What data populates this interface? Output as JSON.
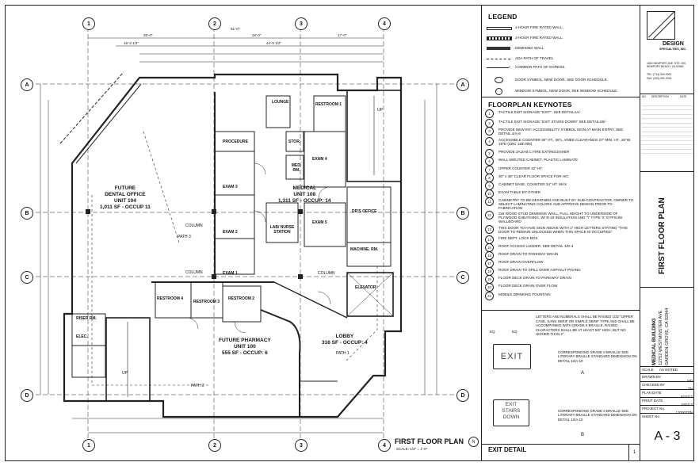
{
  "plan": {
    "title": "FIRST FLOOR PLAN",
    "scale": "SCALE: 1/4\" = 1'-0\"",
    "grid_cols": [
      "1",
      "2",
      "3",
      "4"
    ],
    "grid_rows": [
      "A",
      "B",
      "C",
      "D"
    ],
    "top_dims": [
      "26'-0\"",
      "18'-0\"",
      "17'-0\"",
      "61'-0\"",
      "16'-2 1/2\"",
      "44'-9 1/2\""
    ],
    "rooms": {
      "dental": [
        "FUTURE",
        "DENTAL OFFICE",
        "UNIT 104",
        "1,011 SF - OCCUP 11"
      ],
      "medical": [
        "MEDICAL",
        "UNIT 108",
        "1,311 SF - OCCUP: 14"
      ],
      "pharmacy": [
        "FUTURE PHARMACY",
        "UNIT 100",
        "555 SF - OCCUP: 6"
      ],
      "lobby": [
        "LOBBY",
        "316 SF - OCCUP: 4"
      ],
      "lounge": "LOUNGE",
      "restroom1": "RESTROOM 1",
      "restroom2": "RESTROOM 2",
      "restroom3": "RESTROOM 3",
      "restroom4": "RESTROOM 4",
      "procedure": "PROCEDURE",
      "stor": "STOR.",
      "med_rm": "MED. RM.",
      "exam1": "EXAM 1",
      "exam2": "EXAM 2",
      "exam3": "EXAM 3",
      "exam4": "EXAM 4",
      "exam5": "EXAM 5",
      "lab": "LAB/ NURSE STATION",
      "drs": "DR'S OFFICE",
      "machine": "MACHINE. RM.",
      "elevator": "ELEVATOR",
      "riser": "RISER RM.",
      "elec": "ELEC.",
      "column": "COLUMN",
      "path1": "PATH 1",
      "path2": "PATH 2",
      "path3": "PATH 3",
      "up": "UP"
    }
  },
  "legend": {
    "title": "LEGEND",
    "items": [
      "1-HOUR FIRE RATED WALL.",
      "2-HOUR FIRE RATED WALL.",
      "DEMISING WALL",
      "ADA PATH OF TRAVEL",
      "COMMON PATH OF EGRESS.",
      "DOOR SYMBOL, NEW DOOR, SEE DOOR SCHEDULE.",
      "WINDOW SYMBOL, NEW DOOR, SEE WINDOW SCHEDULE."
    ]
  },
  "keynotes": {
    "title": "FLOORPLAN KEYNOTES",
    "items": [
      "TACTILE EXIT SIGNAGE \"EXIT\". SEE DETAIL1A/-",
      "TACTILE EXIT SIGNAGE \"EXIT STAIRS DOWN\" SEE DETAIL1B/-",
      "PROVIDE NEW INT. ACCESSIBILITY SYMBOL SIGN AT MAIN ENTRY, SEE DETAIL 4/A-8",
      "ACCESSIBLE COUNTER 30\" HT., 36\"L, KNEE CLEARANCE 27\" MIN. HT., 20\"W, 19\"D (CBC 11B-306)",
      "PROVIDE 2A10-B:C FIRE EXTINGUISHER",
      "WALL-MOUTED CABINET, PLASTIC LAMINATE",
      "UPPER COUNTER 42\" HT.",
      "30\" x 48\" CLEAR FLOOR SPACE FOR H/C",
      "CABINET BASE, COUNTER 34\" HT. MAX",
      "EXAM TABLE BY OTHER",
      "CABINETRY TO BE DESIGNED AND BUILT BY SUB-CONTRACTOR. OWNER TO SELECT LAMINATING COLORS AND APPROVE DESIGN PRIOR TO FABRICATION",
      "2x6 WOOD STUD DEMISING WALL, FULL HEIGHT TO UNDERSIDE OF PLYWOOD SHEATHING, W/ R-19 INSULATION AND \"\\\" TYPE 'X' GYPSUM WALLBOARD",
      "THIS DOOR TO HAVE SIGN ABOVE WITH 1\" HIGH LETTERS STATING \"THIS DOOR TO REMAIN UNLOCKED WHEN THIS SPACE IS OCCUPIED\"",
      "FIRE DEPT. LOCK BOX",
      "ROOF ACCESS LADDER. SEE DETAIL 1/D-4",
      "ROOF DRAIN TO PARKWAY DRAIN",
      "ROOF DRAIN OVERFLOW",
      "ROOF DRAIN TO SPILL OVER ASPHALT PAVING",
      "FLOOR DECK DRAIN TO PARKWAY DRAIN",
      "FLOOR DECK DRAIN OVER FLOW",
      "MOBILE DRINKING FOUNTAIN"
    ]
  },
  "exit_detail": {
    "title": "EXIT DETAIL",
    "number": "1",
    "notes": [
      "LETTERS AND NUMERALS SHALL BE RAISED 1/32\" UPPER CASE, SANS SERIF OR SIMPLE SERIF TYPE AND SHALL BE ACCOMPANIED WITH GRADE II BRAILLE. RAISED CHARACTERS SHALL BE AT LEAST 5/8\" HIGH, BUT NO HIGHER THAN 2\"."
    ],
    "sign_a": "EXIT",
    "sign_b1": "EXIT",
    "sign_b2": "STAIRS",
    "sign_b3": "DOWN",
    "braille_a": "CORRESPONDING GRADE II BRAILLE SEE LITERARY BRAILLE STANDARD DIMENSION ON DETAIL 13/A-10",
    "braille_b": "CORRESPONDING GRADE II BRAILLE SEE LITERARY BRAILLE STANDARD DIMENSION ON DETAIL 13/A-10",
    "label_a": "A",
    "label_b": "B",
    "eq": "EQ"
  },
  "titleblock": {
    "firm": "DESIGN",
    "firm2": "SPECIALTIES, INC.",
    "address": "1600 NEWPORT AVE. STE. 200, NEWPORT BEACH, CA 92660",
    "tel": "TEL: (714) 500-0000",
    "fax": "FAX: (000) 001-0001",
    "rev_headers": [
      "NO.",
      "DESCRIPTION",
      "DATE"
    ],
    "sheet_title": "FIRST FLOOR PLAN",
    "project": "MEDICAL BUILDING",
    "project_addr": "12752 WESTMINSTER AVE.",
    "project_city": "GARDEN GROVE, CA 92844",
    "scale_label": "SCALE",
    "scale_val": "AS NOTED",
    "drawn_label": "DRAWN BY",
    "drawn_val": "MD",
    "checked_label": "CHECKED BY",
    "checked_val": "TN",
    "plan_date_label": "PLAN DATE",
    "plan_date_val": "9/15/17",
    "print_date_label": "PRINT DATE",
    "print_date_val": "10/5/17",
    "project_no_label": "PROJECT No.",
    "project_no_val": "170007DN",
    "sheet_no_label": "SHEET No.",
    "sheet_no": "A - 3"
  }
}
